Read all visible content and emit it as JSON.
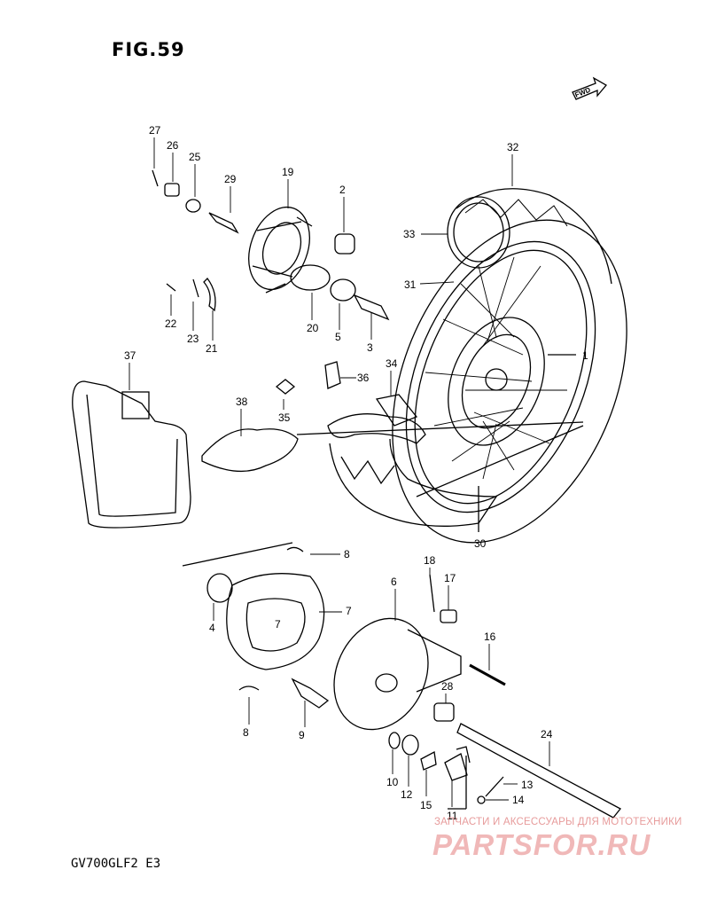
{
  "figure_title": "FIG.59",
  "model_code": "GV700GLF2  E3",
  "fwd_label": "FWD",
  "watermark": {
    "tagline": "ЗАПЧАСТИ И АКСЕССУАРЫ ДЛЯ МОТОТЕХНИКИ",
    "logo": "PARTSFOR.RU"
  },
  "callouts": [
    {
      "id": "c27",
      "label": "27"
    },
    {
      "id": "c26",
      "label": "26"
    },
    {
      "id": "c25",
      "label": "25"
    },
    {
      "id": "c29",
      "label": "29"
    },
    {
      "id": "c19",
      "label": "19"
    },
    {
      "id": "c2",
      "label": "2"
    },
    {
      "id": "c32",
      "label": "32"
    },
    {
      "id": "c33",
      "label": "33"
    },
    {
      "id": "c31",
      "label": "31"
    },
    {
      "id": "c22",
      "label": "22"
    },
    {
      "id": "c23",
      "label": "23"
    },
    {
      "id": "c21",
      "label": "21"
    },
    {
      "id": "c20",
      "label": "20"
    },
    {
      "id": "c5",
      "label": "5"
    },
    {
      "id": "c3",
      "label": "3"
    },
    {
      "id": "c1",
      "label": "1"
    },
    {
      "id": "c37",
      "label": "37"
    },
    {
      "id": "c34",
      "label": "34"
    },
    {
      "id": "c36",
      "label": "36"
    },
    {
      "id": "c38",
      "label": "38"
    },
    {
      "id": "c35",
      "label": "35"
    },
    {
      "id": "c30",
      "label": "30"
    },
    {
      "id": "c8a",
      "label": "8"
    },
    {
      "id": "c18",
      "label": "18"
    },
    {
      "id": "c6",
      "label": "6"
    },
    {
      "id": "c17",
      "label": "17"
    },
    {
      "id": "c4",
      "label": "4"
    },
    {
      "id": "c7a",
      "label": "7"
    },
    {
      "id": "c7b",
      "label": "7"
    },
    {
      "id": "c16",
      "label": "16"
    },
    {
      "id": "c28",
      "label": "28"
    },
    {
      "id": "c8b",
      "label": "8"
    },
    {
      "id": "c9",
      "label": "9"
    },
    {
      "id": "c24",
      "label": "24"
    },
    {
      "id": "c10",
      "label": "10"
    },
    {
      "id": "c12",
      "label": "12"
    },
    {
      "id": "c15",
      "label": "15"
    },
    {
      "id": "c11",
      "label": "11"
    },
    {
      "id": "c13",
      "label": "13"
    },
    {
      "id": "c14",
      "label": "14"
    }
  ]
}
